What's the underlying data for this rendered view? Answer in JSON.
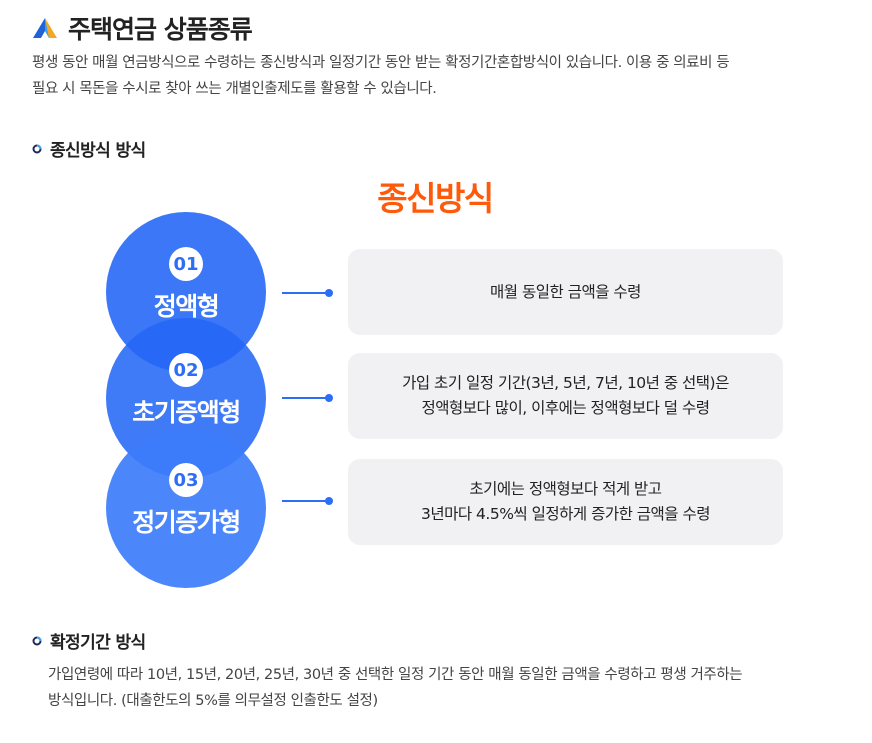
{
  "header": {
    "title": "주택연금 상품종류"
  },
  "intro": {
    "line1": "평생 동안 매월 연금방식으로 수령하는 종신방식과 일정기간 동안 받는 확정기간혼합방식이 있습니다. 이용 중 의료비 등",
    "line2": "필요 시 목돈을 수시로 찾아 쓰는 개별인출제도를 활용할 수 있습니다."
  },
  "colors": {
    "brand_blue": "#2e6df5",
    "accent_orange": "#ff5a0a",
    "box_bg": "#f1f1f3"
  },
  "lifetime": {
    "heading": "종신방식 방식",
    "diagram_title": "종신방식",
    "items": [
      {
        "num": "01",
        "label": "정액형",
        "desc_lines": [
          "매월 동일한 금액을 수령"
        ]
      },
      {
        "num": "02",
        "label": "초기증액형",
        "desc_lines": [
          "가입 초기 일정 기간(3년, 5년, 7년, 10년 중 선택)은",
          "정액형보다 많이, 이후에는 정액형보다 덜 수령"
        ]
      },
      {
        "num": "03",
        "label": "정기증가형",
        "desc_lines": [
          "초기에는 정액형보다 적게 받고",
          "3년마다 4.5%씩 일정하게 증가한 금액을 수령"
        ]
      }
    ]
  },
  "fixed_term": {
    "heading": "확정기간 방식",
    "line1": "가입연령에 따라 10년, 15년, 20년, 25년, 30년 중 선택한 일정 기간 동안 매월 동일한 금액을 수령하고 평생 거주하는",
    "line2": "방식입니다. (대출한도의 5%를 의무설정 인출한도 설정)"
  }
}
